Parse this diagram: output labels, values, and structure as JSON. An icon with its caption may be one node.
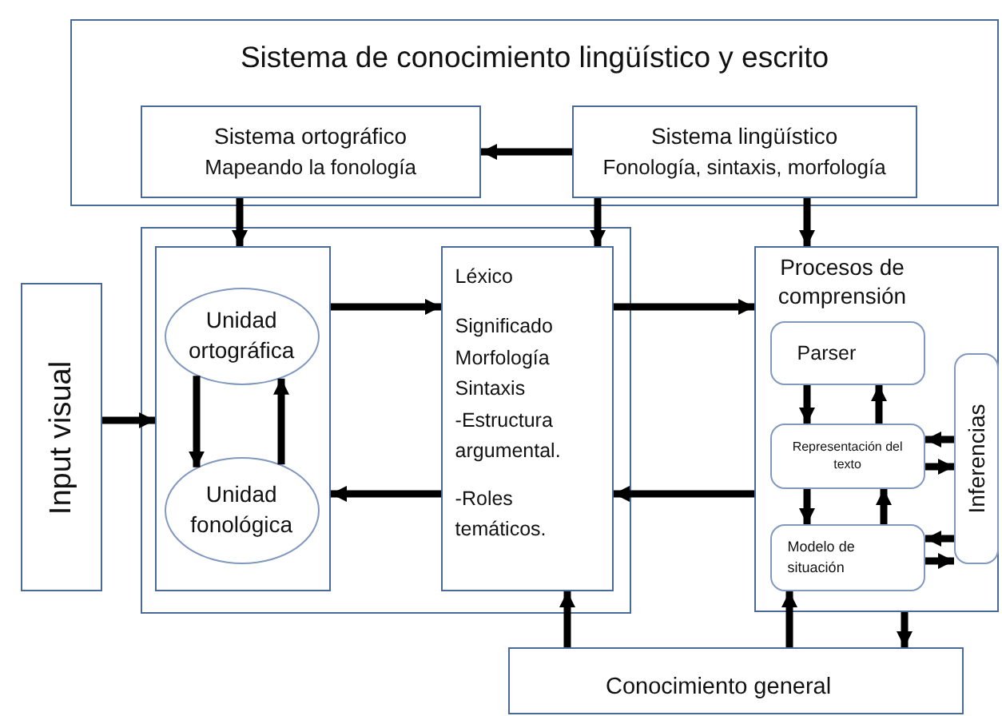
{
  "diagram": {
    "nodes": [
      {
        "text": [
          "Sistema de conocimiento lingüístico y escrito"
        ]
      },
      {
        "text": [
          "Sistema ortográfico",
          "Mapeando la fonología"
        ],
        "in": 0
      },
      {
        "text": [
          "Sistema lingüístico",
          "Fonología, sintaxis, morfología"
        ],
        "in": 0
      },
      {
        "text": [],
        "shape": "box"
      },
      {
        "text": [],
        "shape": "box",
        "in": 3
      },
      {
        "text": [
          "Unidad ortográfica"
        ],
        "in": 4
      },
      {
        "text": [
          "Unidad fonológica"
        ],
        "in": 4
      },
      {
        "text": [
          "Léxico",
          "Significado",
          "Morfología",
          "Sintaxis",
          "-Estructura argumental.",
          "-Roles temáticos."
        ],
        "in": 3
      },
      {
        "text": [
          "Input visual"
        ]
      },
      {
        "text": [
          "Procesos de comprensión"
        ]
      },
      {
        "text": [
          "Parser"
        ],
        "in": 9
      },
      {
        "text": [
          "Representación del texto"
        ],
        "in": 9
      },
      {
        "text": [
          "Modelo de situación"
        ],
        "in": 9
      },
      {
        "text": [
          "Inferencias"
        ],
        "in": 9
      },
      {
        "text": [
          "Conocimiento general"
        ]
      }
    ],
    "edges": [
      {
        "from": 2,
        "to": 1,
        "arrow": "to"
      },
      {
        "from": 1,
        "to": 4,
        "arrow": "to"
      },
      {
        "from": 2,
        "to": 7,
        "arrow": "to"
      },
      {
        "from": 2,
        "to": 9,
        "arrow": "to"
      },
      {
        "from": 8,
        "to": 4,
        "arrow": "to"
      },
      {
        "from": 4,
        "to": 7,
        "arrow": "to"
      },
      {
        "from": 7,
        "to": 4,
        "arrow": "to"
      },
      {
        "from": 5,
        "to": 6,
        "arrow": "to"
      },
      {
        "from": 6,
        "to": 5,
        "arrow": "to"
      },
      {
        "from": 7,
        "to": 9,
        "arrow": "to"
      },
      {
        "from": 9,
        "to": 7,
        "arrow": "to"
      },
      {
        "from": 10,
        "to": 11,
        "arrow": "to"
      },
      {
        "from": 11,
        "to": 10,
        "arrow": "to"
      },
      {
        "from": 11,
        "to": 12,
        "arrow": "to"
      },
      {
        "from": 12,
        "to": 11,
        "arrow": "to"
      },
      {
        "from": 13,
        "to": 11,
        "arrow": "to"
      },
      {
        "from": 11,
        "to": 13,
        "arrow": "to"
      },
      {
        "from": 13,
        "to": 12,
        "arrow": "to"
      },
      {
        "from": 12,
        "to": 13,
        "arrow": "to"
      },
      {
        "from": 14,
        "to": 7,
        "arrow": "to"
      },
      {
        "from": 14,
        "to": 12,
        "arrow": "to"
      },
      {
        "from": 9,
        "to": 14,
        "arrow": "to"
      }
    ]
  }
}
